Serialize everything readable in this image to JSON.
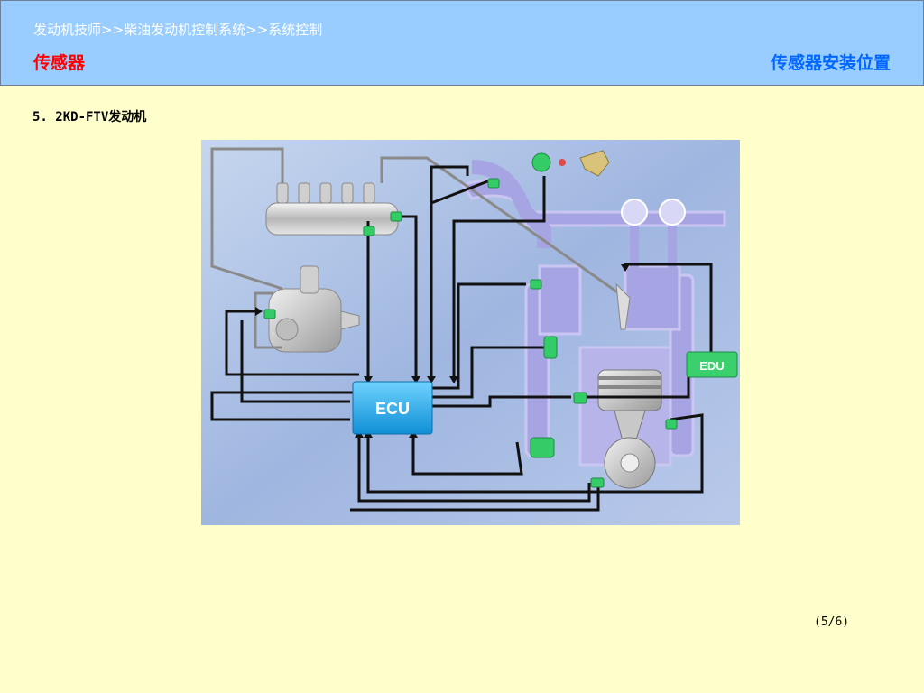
{
  "header": {
    "breadcrumb": "发动机技师>>柴油发动机控制系统>>系统控制",
    "section_title": "传感器",
    "topic_link": "传感器安装位置"
  },
  "content": {
    "subheading": "5. 2KD-FTV发动机"
  },
  "diagram": {
    "ecu_label": "ECU",
    "edu_label": "EDU"
  },
  "footer": {
    "page_indicator": "(5/6)"
  },
  "colors": {
    "header_bg": "#99ccff",
    "page_bg": "#ffffcc",
    "section_title": "#ff0000",
    "topic_link": "#0066ff",
    "ecu": "#1aa6e6",
    "sensor": "#33cc66"
  }
}
